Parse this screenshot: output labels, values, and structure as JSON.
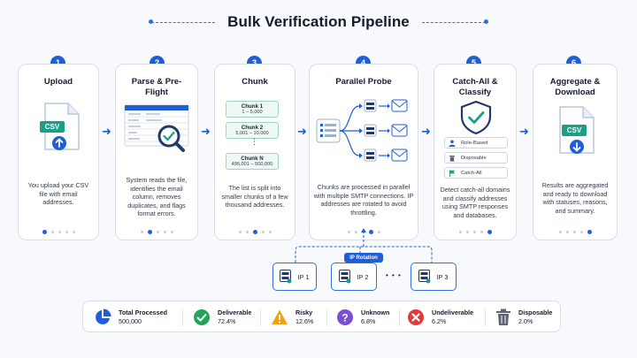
{
  "title": "Bulk Verification Pipeline",
  "steps": [
    {
      "num": "1",
      "title": "Upload",
      "desc": "You upload your CSV file with email addresses.",
      "file_label": "CSV"
    },
    {
      "num": "2",
      "title": "Parse & Pre-Flight",
      "desc": "System reads the file, identifies the email column, removes duplicates, and flags format errors."
    },
    {
      "num": "3",
      "title": "Chunk",
      "desc": "The list is split into smaller chunks of a few thousand addresses.",
      "chunks": [
        {
          "name": "Chunk 1",
          "range": "1 – 5,000"
        },
        {
          "name": "Chunk 2",
          "range": "5,001 – 10,000"
        },
        {
          "name": "Chunk N",
          "range": "495,001 – 500,000"
        }
      ]
    },
    {
      "num": "4",
      "title": "Parallel Probe",
      "desc": "Chunks are processed in parallel with multiple SMTP connections. IP addresses are rotated to avoid throttling."
    },
    {
      "num": "5",
      "title": "Catch-All & Classify",
      "desc": "Detect catch-all domains and classify addresses using SMTP responses and databases.",
      "classes": [
        "Role-Based",
        "Disposable",
        "Catch-All"
      ]
    },
    {
      "num": "6",
      "title": "Aggregate & Download",
      "desc": "Results are aggregated and ready to download with statuses, reasons, and summary.",
      "file_label": "CSV"
    }
  ],
  "ip_rotation": {
    "label": "IP Rotation",
    "ips": [
      "IP 1",
      "IP 2",
      "IP 3"
    ],
    "ellipsis": "• • •"
  },
  "stats": [
    {
      "label": "Total Processed",
      "value": "500,000",
      "icon": "pie-chart-icon",
      "color": "#1f5fd6"
    },
    {
      "label": "Deliverable",
      "value": "72.4%",
      "icon": "check-circle-icon",
      "color": "#22a45d"
    },
    {
      "label": "Risky",
      "value": "12.6%",
      "icon": "warning-triangle-icon",
      "color": "#f2a20c"
    },
    {
      "label": "Unknown",
      "value": "6.8%",
      "icon": "question-circle-icon",
      "color": "#7a4fd1"
    },
    {
      "label": "Undeliverable",
      "value": "6.2%",
      "icon": "x-circle-icon",
      "color": "#e03a3a"
    },
    {
      "label": "Disposable",
      "value": "2.0%",
      "icon": "trash-icon",
      "color": "#5b6475"
    }
  ],
  "colors": {
    "accent": "#1f5fd6",
    "teal": "#1d9e86"
  }
}
